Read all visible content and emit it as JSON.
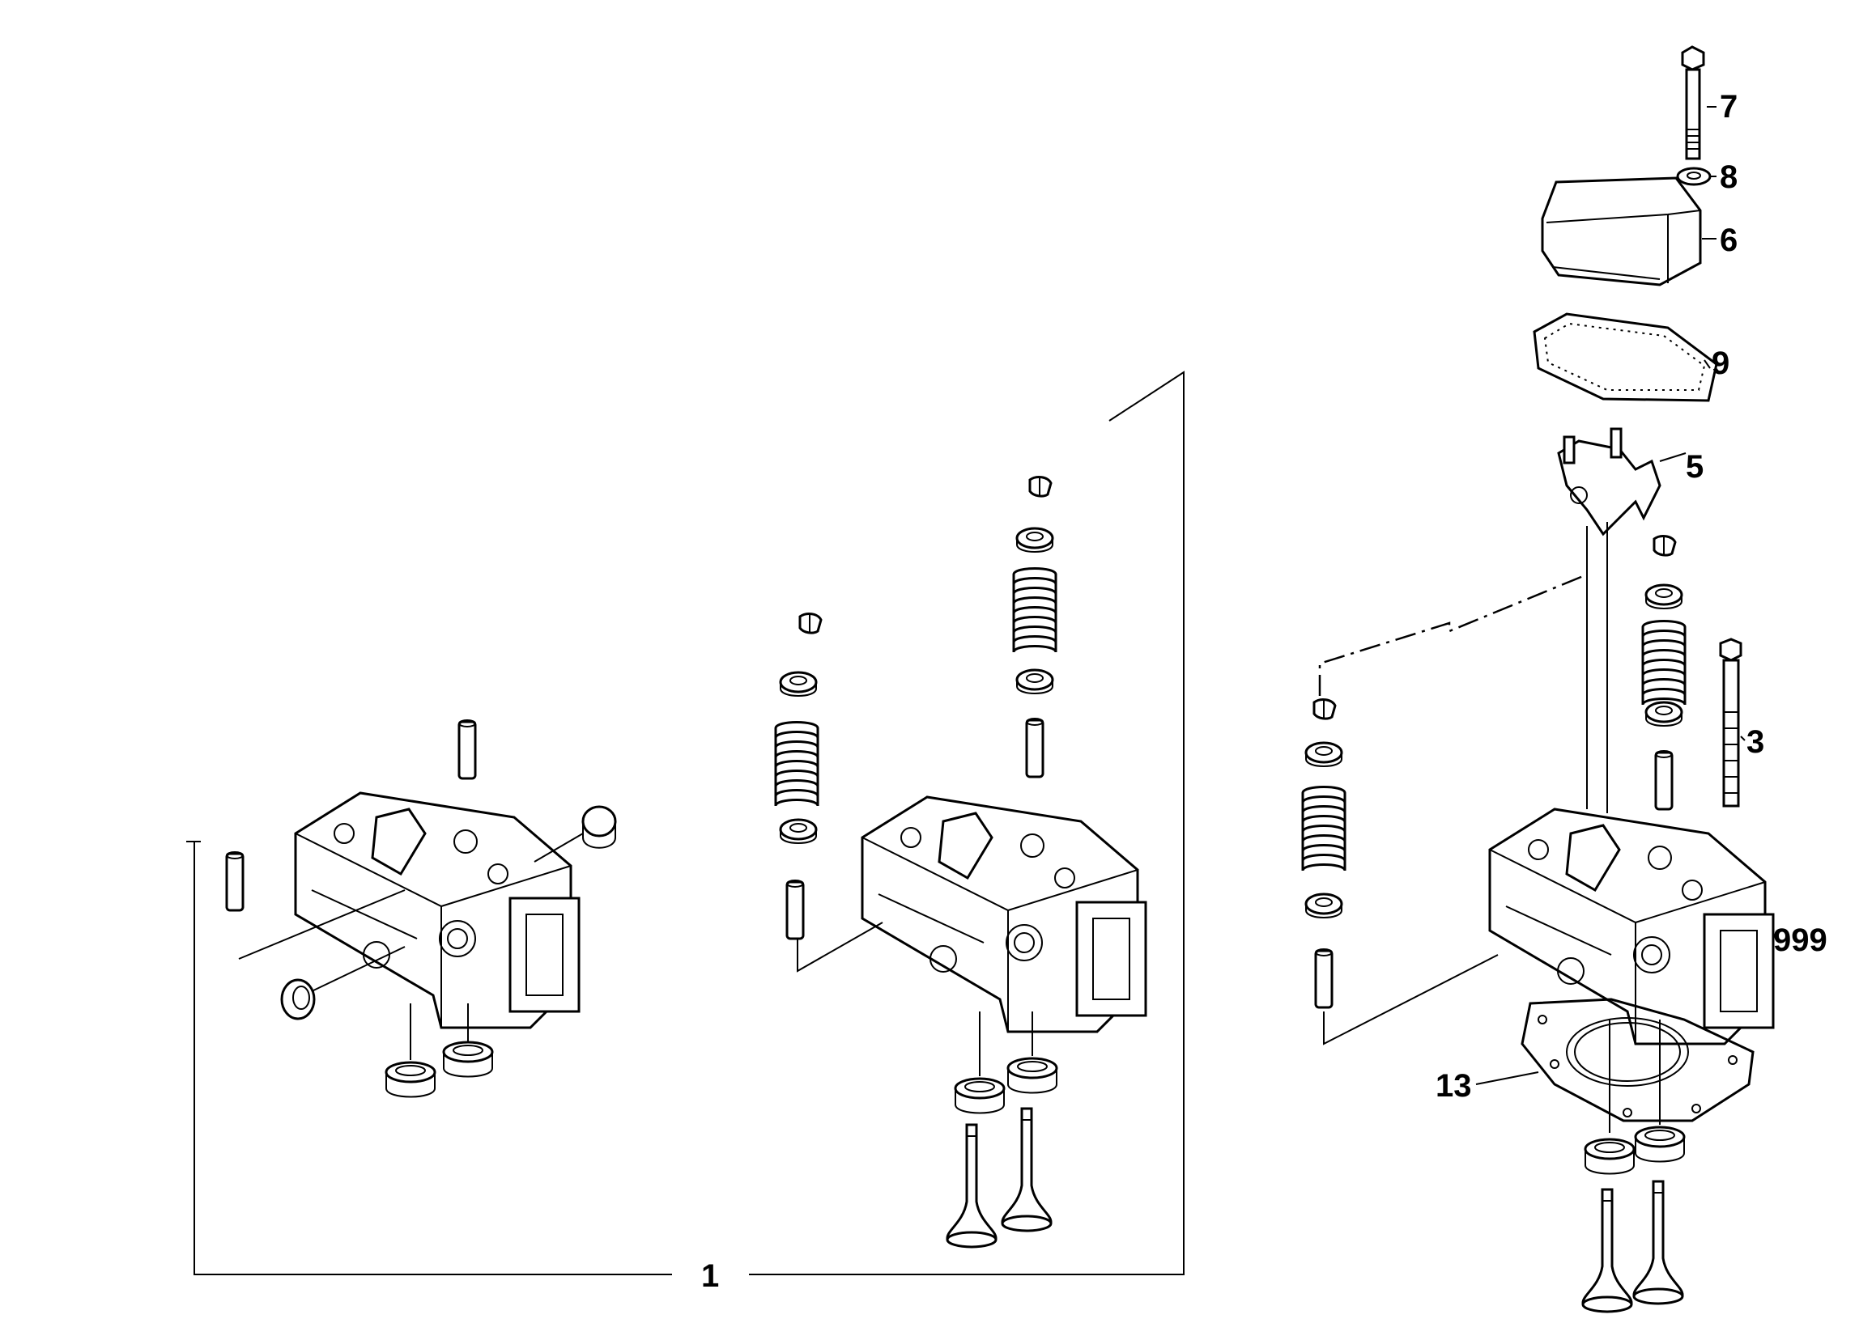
{
  "callouts": {
    "c1": "1",
    "c3": "3",
    "c5": "5",
    "c6": "6",
    "c7": "7",
    "c8": "8",
    "c9": "9",
    "c13": "13",
    "c999": "999"
  }
}
